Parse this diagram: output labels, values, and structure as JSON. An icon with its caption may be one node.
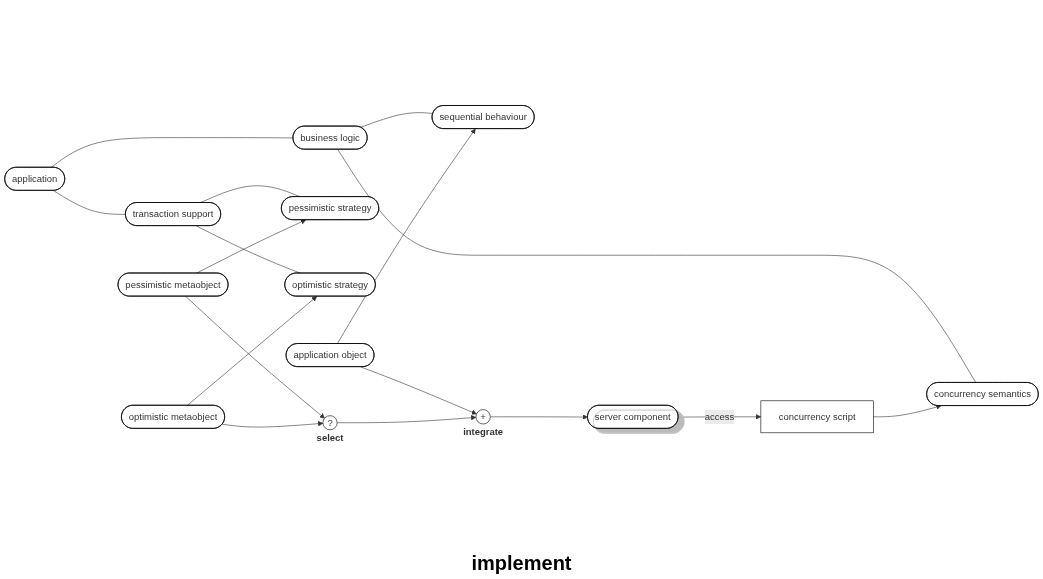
{
  "diagram": {
    "nodes": [
      {
        "text": [
          "application"
        ]
      },
      {
        "text": [
          "business logic"
        ]
      },
      {
        "text": [
          "transaction support"
        ]
      },
      {
        "text": [
          "concurrency semantics"
        ]
      },
      {
        "text": [
          "sequential behaviour"
        ]
      },
      {
        "text": [
          "pessimistic strategy"
        ]
      },
      {
        "text": [
          "optimistic strategy"
        ]
      },
      {
        "text": [
          "concurrency script"
        ]
      },
      {
        "text": [
          "server component"
        ]
      },
      {
        "text": [
          "application object"
        ]
      },
      {
        "text": [
          "pessimistic metaobject"
        ]
      },
      {
        "text": [
          "optimistic metaobject"
        ]
      },
      {
        "text": [
          "+"
        ],
        "beside": [
          "integrate"
        ]
      },
      {
        "text": [
          "?"
        ],
        "beside": [
          "select"
        ]
      }
    ],
    "edges": [
      {
        "from": 0,
        "to": 1,
        "arrow": "none"
      },
      {
        "from": 0,
        "to": 2,
        "arrow": "none"
      },
      {
        "from": 1,
        "to": 3,
        "arrow": "none"
      },
      {
        "from": 1,
        "to": 4,
        "arrow": "none"
      },
      {
        "from": 2,
        "to": 5,
        "arrow": "none"
      },
      {
        "from": 2,
        "to": 6,
        "arrow": "none"
      },
      {
        "from": 7,
        "to": 3,
        "arrow": "to"
      },
      {
        "from": 8,
        "to": 7,
        "arrow": "to",
        "label": "access"
      },
      {
        "from": 9,
        "to": 4,
        "arrow": "to"
      },
      {
        "from": 9,
        "to": 12,
        "arrow": "to"
      },
      {
        "from": 10,
        "to": 5,
        "arrow": "to"
      },
      {
        "from": 11,
        "to": 6,
        "arrow": "to"
      },
      {
        "from": 10,
        "to": 13,
        "arrow": "to"
      },
      {
        "from": 11,
        "to": 13,
        "arrow": "to"
      },
      {
        "from": 13,
        "to": 12,
        "arrow": "to"
      },
      {
        "from": 12,
        "to": 8,
        "arrow": "to"
      }
    ],
    "labels": [
      "implement"
    ]
  }
}
